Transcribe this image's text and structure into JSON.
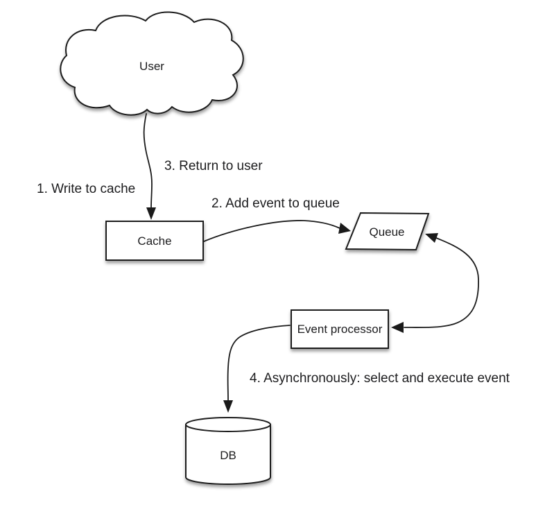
{
  "diagram": {
    "nodes": {
      "user": {
        "label": "User",
        "shape": "cloud"
      },
      "cache": {
        "label": "Cache",
        "shape": "rectangle"
      },
      "queue": {
        "label": "Queue",
        "shape": "parallelogram"
      },
      "event_processor": {
        "label": "Event processor",
        "shape": "rectangle"
      },
      "db": {
        "label": "DB",
        "shape": "cylinder"
      }
    },
    "annotations": {
      "step1": {
        "label": "1. Write to cache"
      },
      "step2": {
        "label": "2. Add event to queue"
      },
      "step3": {
        "label": "3. Return to user"
      },
      "step4": {
        "label": "4. Asynchronously: select and execute event"
      }
    },
    "edges": [
      {
        "from": "user",
        "to": "cache",
        "style": "curved-arrow"
      },
      {
        "from": "cache",
        "to": "queue",
        "style": "curved-arrow"
      },
      {
        "from": "queue",
        "to": "event_processor",
        "style": "curved-double-arrow"
      },
      {
        "from": "event_processor",
        "to": "db",
        "style": "curved-arrow"
      }
    ],
    "colors": {
      "background": "#ffffff",
      "shape_fill": "#ffffff",
      "stroke": "#1a1a1a",
      "text": "#1c1c1e"
    }
  }
}
